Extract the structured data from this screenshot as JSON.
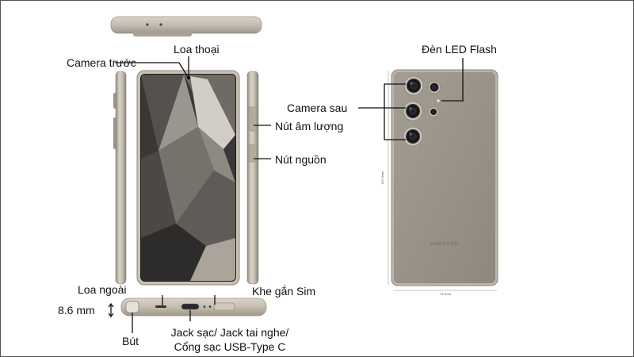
{
  "labels": {
    "front_camera": "Camera trước",
    "earpiece": "Loa thoại",
    "volume_buttons": "Nút âm lượng",
    "power_button": "Nút nguồn",
    "loudspeaker": "Loa ngoài",
    "sim_slot": "Khe gắn Sim",
    "thickness": "8.6 mm",
    "stylus": "Bút",
    "charging_port_line1": "Jack sạc/ Jack tai nghe/",
    "charging_port_line2": "Cổng sạc USB-Type C",
    "rear_camera": "Camera sau",
    "led_flash": "Đèn LED Flash"
  },
  "device": {
    "brand": "SAMSUNG",
    "dim_width": "79.0mm",
    "dim_height": "162.3mm"
  },
  "colors": {
    "frame": "#bcb2a3",
    "back": "#9c958c",
    "screen_dark": "#2a2928",
    "callout": "#111111"
  }
}
